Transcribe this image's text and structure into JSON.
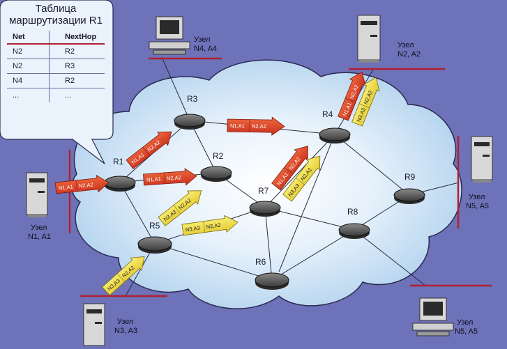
{
  "routing_table": {
    "title_line1": "Таблица",
    "title_line2": "маршрутизации R1",
    "headers": [
      "Net",
      "NextHop"
    ],
    "rows": [
      [
        "N2",
        "R2"
      ],
      [
        "N2",
        "R3"
      ],
      [
        "N4",
        "R2"
      ],
      [
        "...",
        "..."
      ]
    ]
  },
  "routers": {
    "R1": "R1",
    "R2": "R2",
    "R3": "R3",
    "R4": "R4",
    "R5": "R5",
    "R6": "R6",
    "R7": "R7",
    "R8": "R8",
    "R9": "R9"
  },
  "nodes": {
    "n1": {
      "line1": "Узел",
      "line2": "N1, A1"
    },
    "n2": {
      "line1": "Узел",
      "line2": "N2, A2"
    },
    "n3": {
      "line1": "Узел",
      "line2": "N3, A3"
    },
    "n4": {
      "line1": "Узел",
      "line2": "N4, A4"
    },
    "n5a": {
      "line1": "Узел",
      "line2": "N5, A5"
    },
    "n5b": {
      "line1": "Узел",
      "line2": "N5, A5"
    }
  },
  "packets": {
    "src1": "N1,A1",
    "dst2": "N2,A2",
    "src3": "N3,A3"
  },
  "colors": {
    "background": "#6e72b8",
    "packet_red": "#e0402a",
    "packet_yellow": "#f2e04a",
    "network_line": "#b02030"
  }
}
